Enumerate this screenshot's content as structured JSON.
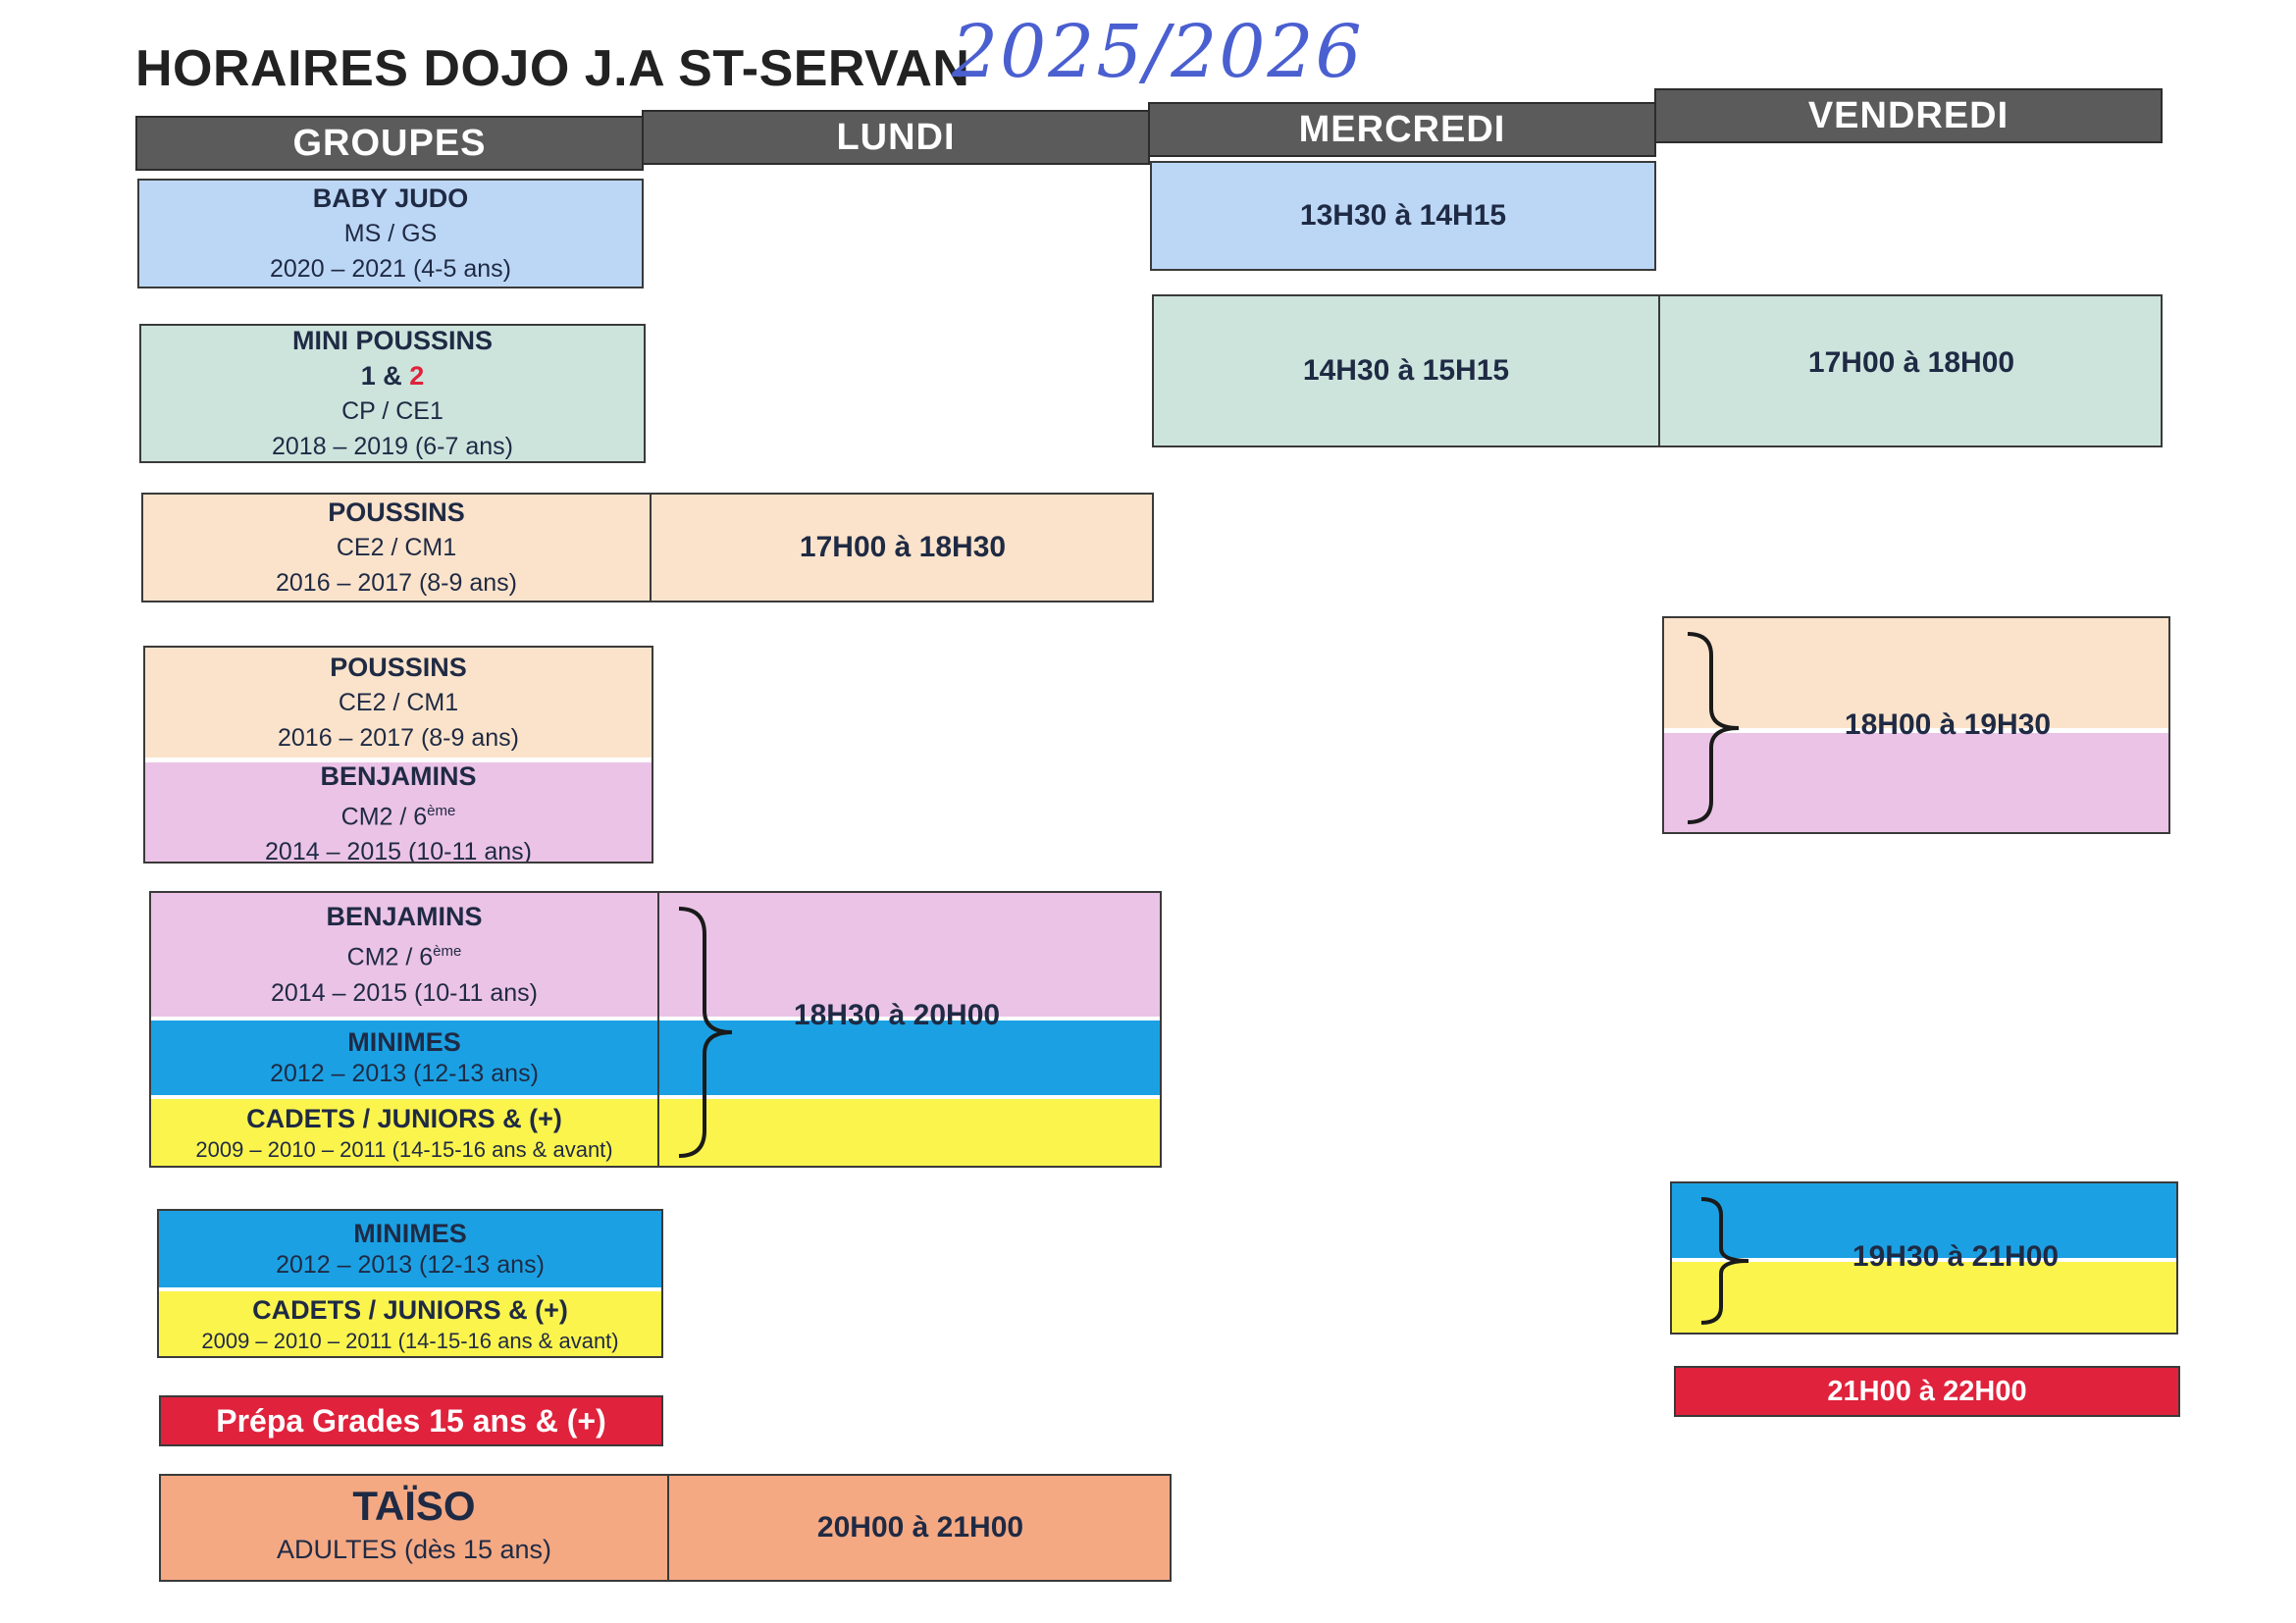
{
  "title": "HORAIRES DOJO J.A ST-SERVAN",
  "handwritten_year": "2025/2026",
  "headers": [
    "GROUPES",
    "LUNDI",
    "MERCREDI",
    "VENDREDI"
  ],
  "groups": {
    "baby_judo": {
      "name": "BABY JUDO",
      "level": "MS / GS",
      "years": "2020 – 2021 (4-5 ans)"
    },
    "mini_poussins": {
      "name": "MINI POUSSINS",
      "num_a": "1 & ",
      "num_b": "2",
      "level": "CP / CE1",
      "years": "2018 – 2019 (6-7 ans)"
    },
    "poussins_1": {
      "name": "POUSSINS",
      "level": "CE2 / CM1",
      "years": "2016 – 2017 (8-9 ans)"
    },
    "poussins_2": {
      "name": "POUSSINS",
      "level": "CE2 / CM1",
      "years": "2016 – 2017 (8-9 ans)"
    },
    "benjamins_1": {
      "name": "BENJAMINS",
      "level": "CM2 / 6",
      "level_sup": "ème",
      "years": "2014 – 2015 (10-11 ans)"
    },
    "benjamins_2": {
      "name": "BENJAMINS",
      "level": "CM2 / 6",
      "level_sup": "ème",
      "years": "2014 – 2015 (10-11 ans)"
    },
    "minimes_1": {
      "name": "MINIMES",
      "years": "2012 – 2013 (12-13 ans)"
    },
    "cadets_1": {
      "name": "CADETS / JUNIORS & (+)",
      "years": "2009 – 2010 – 2011 (14-15-16 ans & avant)"
    },
    "minimes_2": {
      "name": "MINIMES",
      "years": "2012 – 2013 (12-13 ans)"
    },
    "cadets_2": {
      "name": "CADETS / JUNIORS & (+)",
      "years": "2009 – 2010 – 2011 (14-15-16 ans & avant)"
    },
    "prepa": {
      "name": "Prépa Grades 15 ans & (+)"
    },
    "taiso": {
      "name": "TAÏSO",
      "level": "ADULTES (dès 15 ans)"
    }
  },
  "times": {
    "baby_mercredi": "13H30 à 14H15",
    "mini_mercredi": "14H30 à 15H15",
    "mini_vendredi": "17H00 à 18H00",
    "poussins_lundi": "17H00 à 18H30",
    "pous_benj_vendredi": "18H00 à 19H30",
    "benj_min_cad_lundi": "18H30 à 20H00",
    "min_cad_vendredi": "19H30 à 21H00",
    "prepa_vendredi": "21H00 à 22H00",
    "taiso_lundi": "20H00 à 21H00"
  },
  "colors": {
    "header": "#5b5b5b",
    "baby": "#bcd7f5",
    "mini": "#cde4dd",
    "poussins": "#fbe3cb",
    "benjamins": "#ebc3e6",
    "minimes": "#1ba1e3",
    "cadets": "#fbf44d",
    "prepa": "#e0223c",
    "taiso": "#f4a983",
    "handwriting": "#4a5fd0"
  }
}
